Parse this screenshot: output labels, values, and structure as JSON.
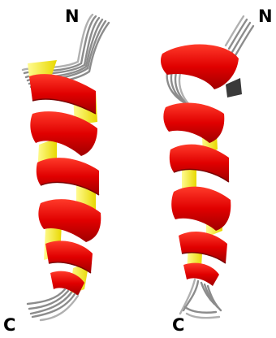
{
  "structures": [
    {
      "id_label": "left",
      "n_label": "N",
      "c_label": "C",
      "helix_color": "#e00000",
      "helix_back_color": "#f4f000",
      "coil_color": "#8a8a8a",
      "icon": "alpha-helix-ensemble"
    },
    {
      "id_label": "right",
      "n_label": "N",
      "c_label": "C",
      "helix_color": "#e00000",
      "helix_back_color": "#f4f000",
      "coil_color": "#8a8a8a",
      "icon": "alpha-helix-ensemble"
    }
  ]
}
